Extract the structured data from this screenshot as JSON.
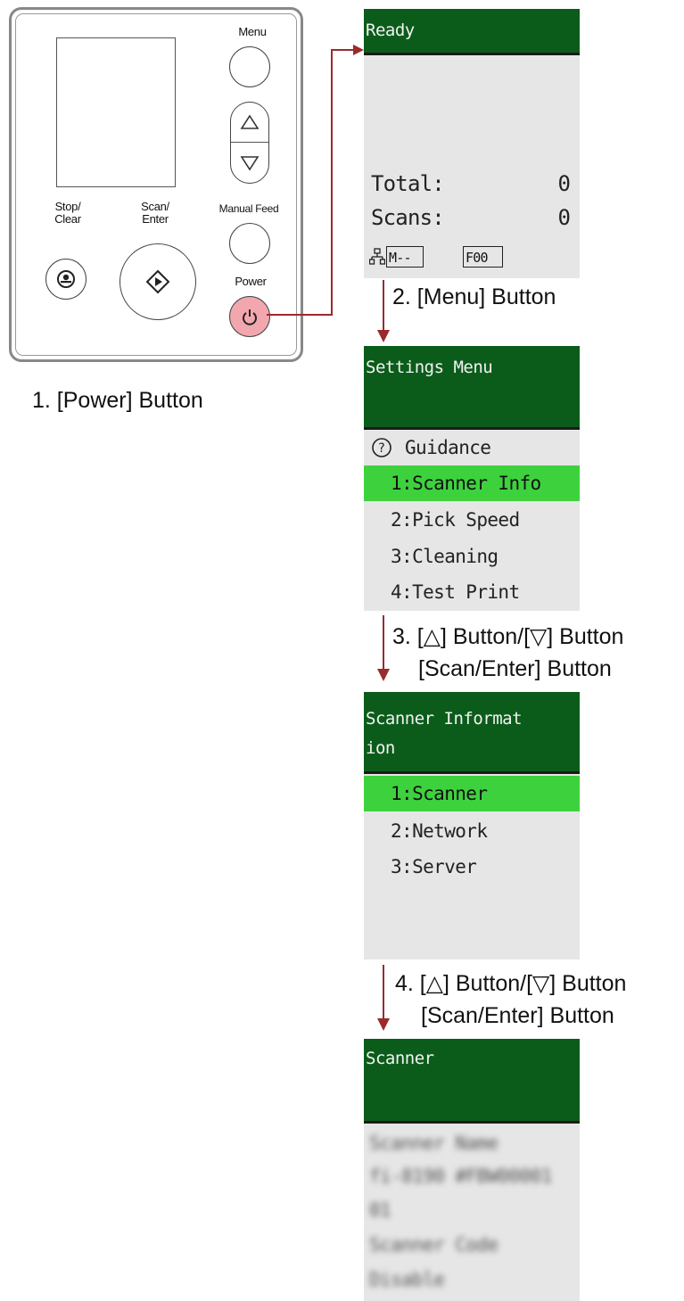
{
  "panel": {
    "labels": {
      "menu": "Menu",
      "stop_clear": "Stop/\nClear",
      "scan_enter": "Scan/\nEnter",
      "manual_feed": "Manual Feed",
      "power": "Power"
    },
    "power_highlight_color": "#f2a7ae",
    "icons": [
      "stop-icon",
      "scan-start-icon",
      "up-arrow-icon",
      "down-arrow-icon",
      "power-icon"
    ]
  },
  "steps": [
    {
      "label": "1. [Power] Button"
    },
    {
      "label": "2. [Menu] Button"
    },
    {
      "line1": "3. [△] Button/[▽] Button",
      "line2": "[Scan/Enter] Button"
    },
    {
      "line1": "4. [△] Button/[▽] Button",
      "line2": "[Scan/Enter] Button"
    }
  ],
  "screens": {
    "ready": {
      "title": "Ready",
      "total_label": "Total:",
      "total_value": "0",
      "scans_label": "Scans:",
      "scans_value": "0",
      "mode_badge": "M--",
      "code_badge": "F00",
      "network_icon": "network-icon"
    },
    "settings_menu": {
      "title": "Settings Menu",
      "guidance": "Guidance",
      "items": [
        "1:Scanner Info",
        "2:Pick Speed",
        "3:Cleaning",
        "4:Test Print"
      ],
      "selected_index": 0
    },
    "scanner_information": {
      "title_line1": "Scanner Informat",
      "title_line2": "ion",
      "items": [
        "1:Scanner",
        "2:Network",
        "3:Server"
      ],
      "selected_index": 0
    },
    "scanner": {
      "title": "Scanner",
      "blurred_rows": [
        "Scanner Name",
        "fi-8190 #FBW00001",
        "01",
        "Scanner Code",
        "Disable"
      ]
    }
  },
  "colors": {
    "lcd_header": "#0b5c1a",
    "lcd_selected": "#3dd23d",
    "lcd_background": "#e6e6e6",
    "flow_arrow": "#9b2a2e"
  }
}
